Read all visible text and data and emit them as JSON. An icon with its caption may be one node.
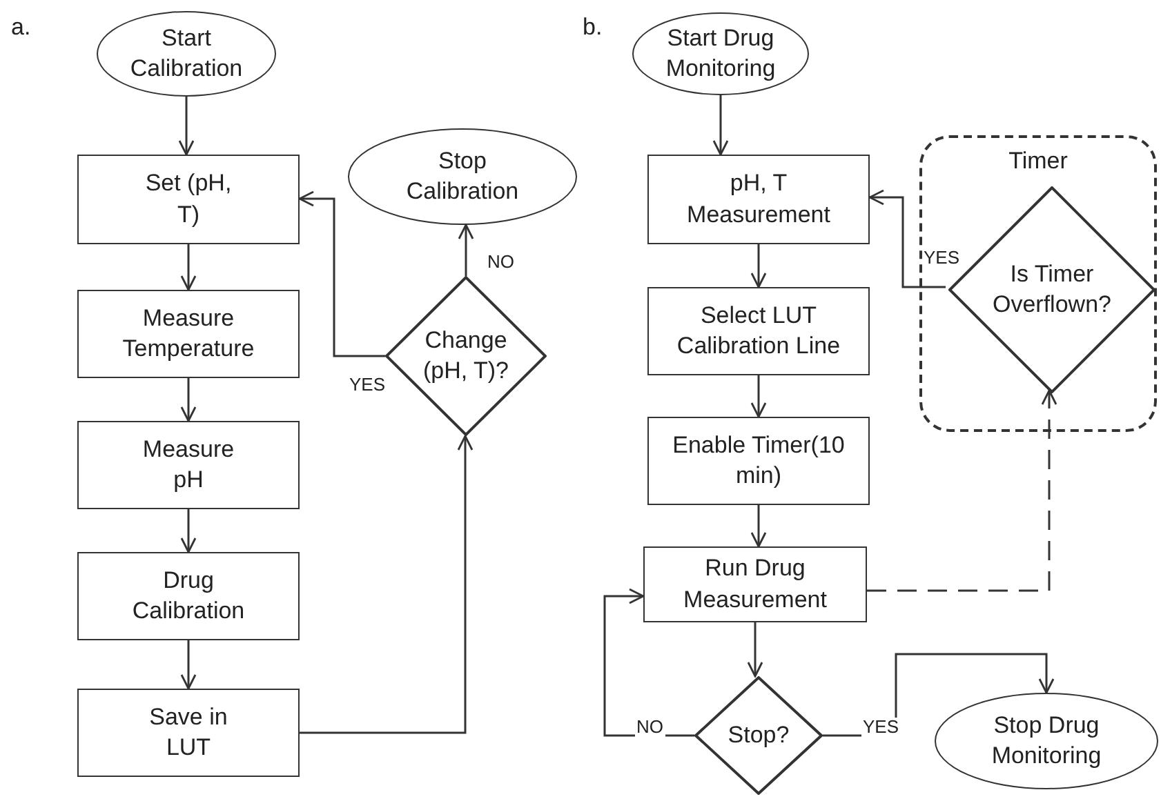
{
  "diagram": {
    "nodes": [
      {
        "text": [
          "Start Calibration"
        ]
      },
      {
        "text": [
          "Set (pH, T)"
        ]
      },
      {
        "text": [
          "Measure Temperature"
        ]
      },
      {
        "text": [
          "Measure pH"
        ]
      },
      {
        "text": [
          "Drug Calibration"
        ]
      },
      {
        "text": [
          "Save in LUT"
        ]
      },
      {
        "text": [
          "Stop Calibration"
        ]
      },
      {
        "text": [
          "Change (pH, T)?"
        ]
      },
      {
        "text": [
          "Start Drug Monitoring"
        ]
      },
      {
        "text": [
          "Timer"
        ]
      },
      {
        "text": [
          "pH, T Measurement"
        ]
      },
      {
        "text": [
          "Select LUT Calibration Line"
        ]
      },
      {
        "text": [
          "Enable Timer(10 min)"
        ]
      },
      {
        "text": [
          "Run Drug Measurement"
        ]
      },
      {
        "text": [
          "Is Timer Overflown?"
        ],
        "in": 9
      },
      {
        "text": [
          "Stop?"
        ]
      },
      {
        "text": [
          "Stop Drug Monitoring"
        ]
      }
    ],
    "edges": [
      {
        "from": 0,
        "to": 1,
        "arrow": "to"
      },
      {
        "from": 1,
        "to": 2,
        "arrow": "to"
      },
      {
        "from": 2,
        "to": 3,
        "arrow": "to"
      },
      {
        "from": 3,
        "to": 4,
        "arrow": "to"
      },
      {
        "from": 4,
        "to": 5,
        "arrow": "to"
      },
      {
        "from": 5,
        "to": 7,
        "arrow": "to"
      },
      {
        "from": 7,
        "to": 6,
        "arrow": "to",
        "label": "NO"
      },
      {
        "from": 7,
        "to": 1,
        "arrow": "to",
        "label": "YES"
      },
      {
        "from": 8,
        "to": 10,
        "arrow": "to"
      },
      {
        "from": 10,
        "to": 11,
        "arrow": "to"
      },
      {
        "from": 11,
        "to": 12,
        "arrow": "to"
      },
      {
        "from": 12,
        "to": 13,
        "arrow": "to"
      },
      {
        "from": 13,
        "to": 15,
        "arrow": "to"
      },
      {
        "from": 15,
        "to": 13,
        "arrow": "to",
        "label": "NO"
      },
      {
        "from": 15,
        "to": 16,
        "arrow": "to",
        "label": "YES"
      },
      {
        "from": 13,
        "to": 14,
        "arrow": "to",
        "style": "dashed"
      },
      {
        "from": 14,
        "to": 10,
        "arrow": "to",
        "label": "YES"
      }
    ],
    "labels": [
      "a.",
      "b."
    ]
  }
}
